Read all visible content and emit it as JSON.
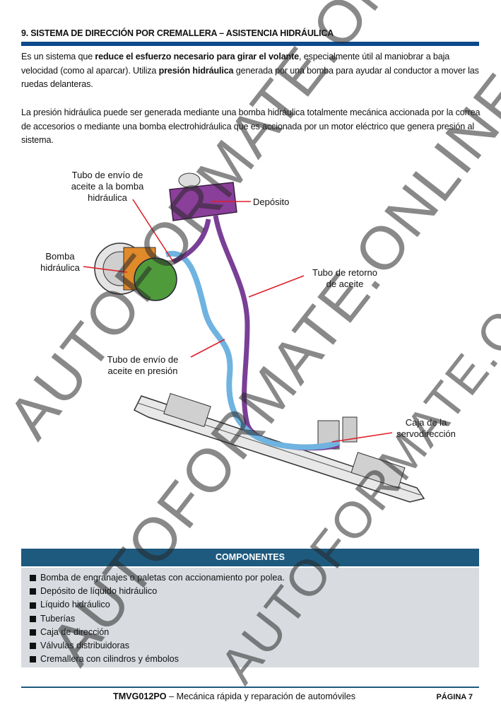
{
  "section_title": "9. SISTEMA DE DIRECCIÓN POR CREMALLERA – ASISTENCIA HIDRÁULICA",
  "paragraph1": {
    "t1": "Es un sistema que ",
    "b1": "reduce el esfuerzo necesario para girar el volante",
    "t2": ", especialmente útil al maniobrar a baja velocidad (como al aparcar). Utiliza ",
    "b2": "presión hidráulica",
    "t3": " generada por una bomba para ayudar al conductor a mover las ruedas delanteras."
  },
  "paragraph2": "La presión hidráulica puede ser generada mediante una bomba hidráulica totalmente mecánica accionada por la correa de accesorios o mediante una bomba electrohidráulica que es accionada por un motor eléctrico que genera presión al sistema.",
  "diagram": {
    "labels": {
      "tubo_envio_1": "Tubo de envío de",
      "tubo_envio_2": "aceite a la bomba",
      "tubo_envio_3": "hidráulica",
      "deposito": "Depósito",
      "bomba_1": "Bomba",
      "bomba_2": "hidráulica",
      "retorno_1": "Tubo de retorno",
      "retorno_2": "de aceite",
      "presion_1": "Tubo de envío de",
      "presion_2": "aceite en presión",
      "caja_1": "Caja de la",
      "caja_2": "servodirección"
    },
    "colors": {
      "reservoir": "#8a3f9a",
      "pressure_hose": "#6fb3e0",
      "return_hose": "#7a3f96",
      "pump": "#e08a2a",
      "pump_cover": "#4f9a3a",
      "leader": "#e0202a"
    }
  },
  "components": {
    "header": "COMPONENTES",
    "items": [
      "Bomba de engranajes o paletas con accionamiento por polea.",
      "Depósito de líquido hidráulico",
      "Líquido hidráulico",
      "Tuberías",
      "Caja de dirección",
      "Válvulas distribuidoras",
      "Cremallera con cilindros y émbolos"
    ]
  },
  "footer": {
    "code": "TMVG012PO",
    "text": " – Mecánica rápida y reparación de automóviles",
    "page": "PÁGINA 7"
  },
  "watermark": "AUTOFORMATE.ONLINE"
}
